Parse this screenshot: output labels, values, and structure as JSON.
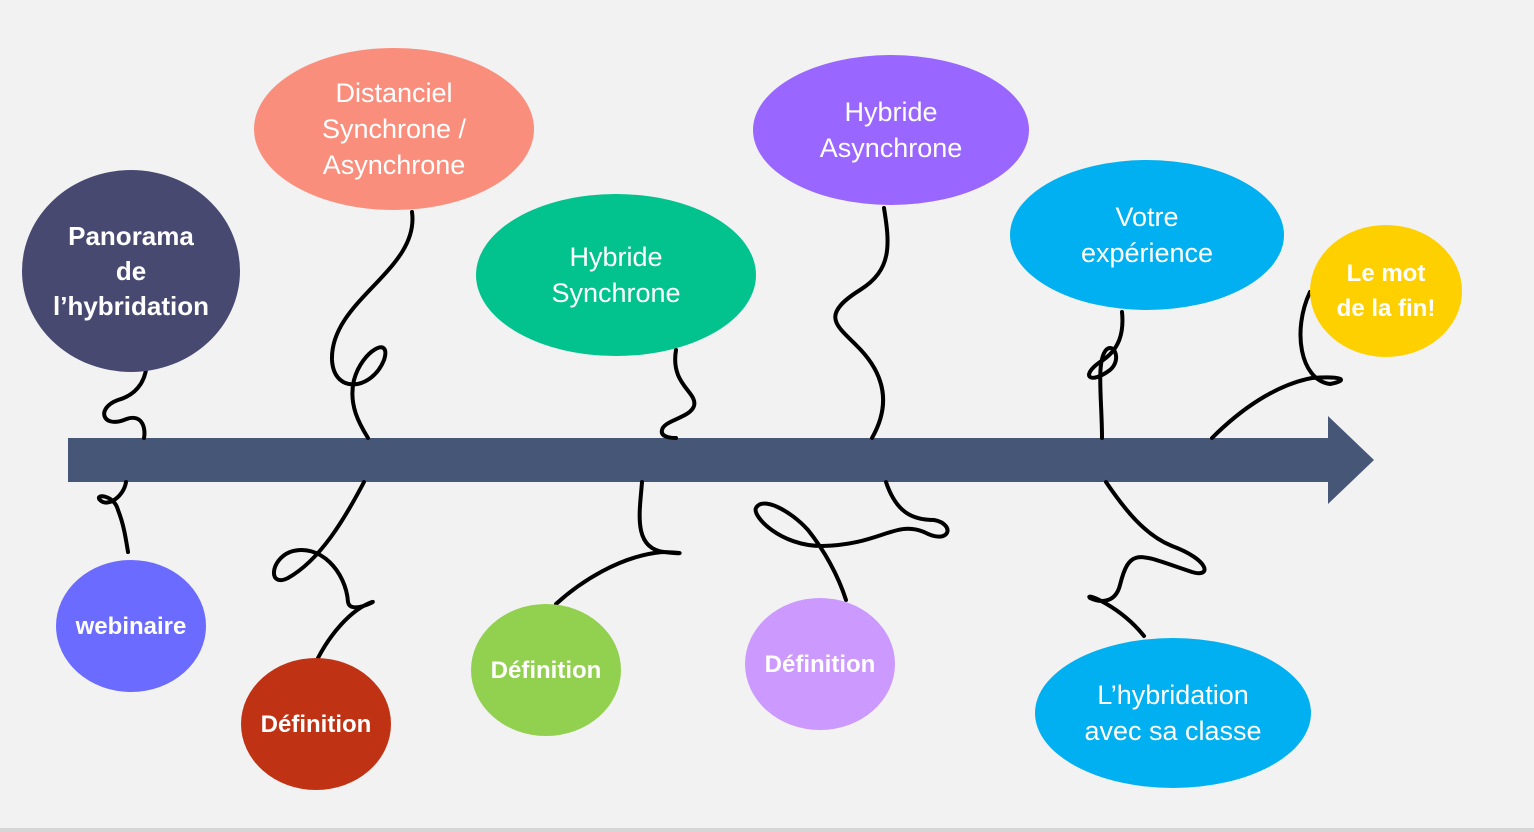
{
  "colors": {
    "background": "#f2f2f2",
    "timeline_arrow": "#465677",
    "connector": "#000000",
    "panorama": "#474971",
    "distanciel": "#fa8e7c",
    "hybride_synchrone": "#02c38e",
    "hybride_asynchrone": "#9966ff",
    "votre_experience": "#00b0f0",
    "mot_de_la_fin": "#ffd000",
    "webinaire": "#6b6bff",
    "definition_1": "#c03214",
    "definition_2": "#92d050",
    "definition_3": "#cc99ff",
    "hybridation_classe": "#00b0f0"
  },
  "top_topics": {
    "panorama": "Panorama\nde\nl’hybridation",
    "distanciel": "Distanciel\nSynchrone /\nAsynchrone",
    "hybride_synchrone": "Hybride\nSynchrone",
    "hybride_asynchrone": "Hybride\nAsynchrone",
    "votre_experience": "Votre\nexpérience",
    "mot_de_la_fin": "Le mot\nde la fin!"
  },
  "bottom_topics": {
    "webinaire": "webinaire",
    "definition_1": "Définition",
    "definition_2": "Définition",
    "definition_3": "Définition",
    "hybridation_classe": "L’hybridation\navec sa classe"
  }
}
